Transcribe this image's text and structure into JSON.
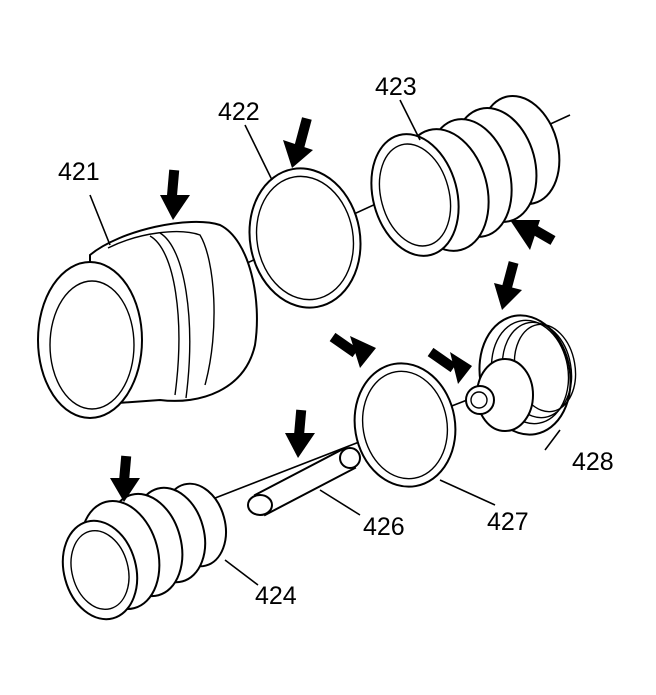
{
  "labels": {
    "p421": "421",
    "p422": "422",
    "p423": "423",
    "p424": "424",
    "p426": "426",
    "p427": "427",
    "p428": "428"
  },
  "colors": {
    "line": "#000000",
    "background": "#ffffff"
  }
}
